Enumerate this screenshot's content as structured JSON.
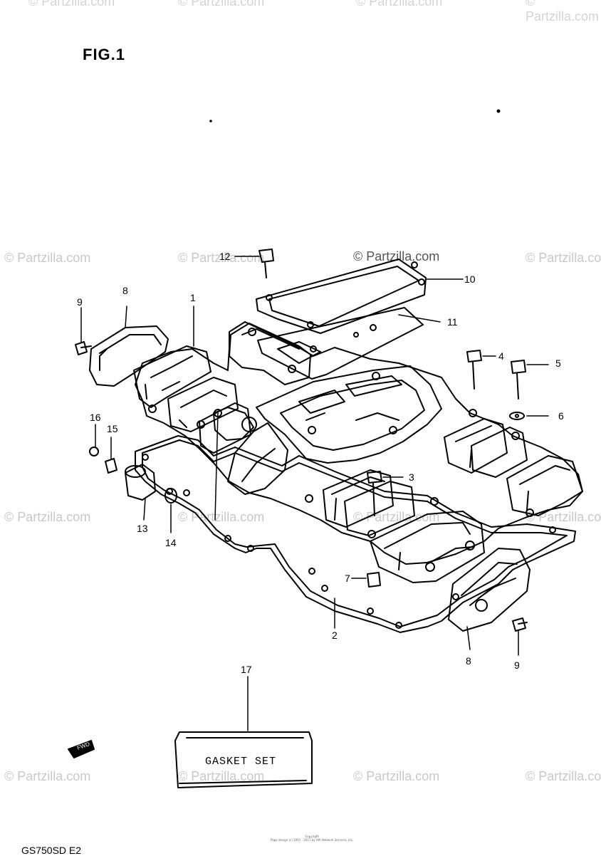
{
  "figure": {
    "title": "FIG.1",
    "model_code": "GS750SD E2"
  },
  "watermark": {
    "text": "© Partzilla.com"
  },
  "gasket_set": {
    "label": "GASKET SET"
  },
  "fwd": {
    "label": "FWD"
  },
  "copyright": {
    "line1": "Copyright",
    "line2": "Page design (c) 2001 - 2017 by ARI Network Services, Inc."
  },
  "callouts": [
    "1",
    "2",
    "3",
    "4",
    "5",
    "6",
    "7",
    "8",
    "8",
    "9",
    "9",
    "10",
    "11",
    "12",
    "13",
    "14",
    "15",
    "16",
    "17"
  ]
}
